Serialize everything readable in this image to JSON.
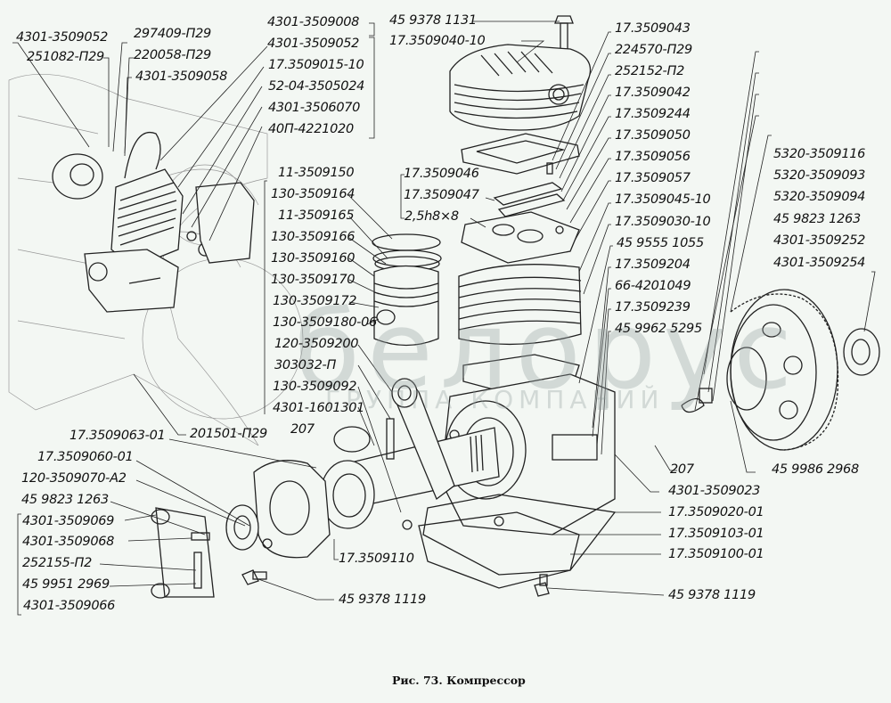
{
  "caption": "Рис. 73. Компрессор",
  "watermark": {
    "logo_text": "белорус",
    "subtitle": "ГРУППА КОМПАНИЙ"
  },
  "labels": {
    "top_left": [
      "4301-3509052",
      "251082-П29",
      "297409-П29",
      "220058-П29",
      "4301-3509058"
    ],
    "top_middle": [
      "4301-3509008",
      "4301-3509052",
      "17.3509015-10",
      "52-04-3505024",
      "4301-3506070",
      "40П-4221020"
    ],
    "head": [
      "45 9378 1131",
      "17.3509040-10"
    ],
    "valve_plate": [
      "17.3509046",
      "17.3509047",
      "2,5h8×8"
    ],
    "right_column": [
      "17.3509043",
      "224570-П29",
      "252152-П2",
      "17.3509042",
      "17.3509244",
      "17.3509050",
      "17.3509056",
      "17.3509057",
      "17.3509045-10",
      "17.3509030-10",
      "45 9555 1055",
      "17.3509204",
      "66-4201049",
      "17.3509239",
      "45 9962 5295"
    ],
    "gear_column": [
      "5320-3509116",
      "5320-3509093",
      "5320-3509094",
      "45 9823 1263",
      "4301-3509252",
      "4301-3509254"
    ],
    "piston_column": [
      "11-3509150",
      "130-3509164",
      "11-3509165",
      "130-3509166",
      "130-3509160",
      "130-3509170",
      "130-3509172",
      "130-3509180-06",
      "120-3509200",
      "303032-П",
      "130-3509092",
      "4301-1601301"
    ],
    "bearing_label": "207",
    "left_bottom": [
      "201501-П29",
      "17.3509063-01",
      "17.3509060-01",
      "120-3509070-А2",
      "45 9823 1263",
      "4301-3509069",
      "4301-3509068",
      "252155-П2",
      "45 9951 2969",
      "4301-3509066"
    ],
    "bottom_middle": [
      "17.3509110",
      "45 9378 1119"
    ],
    "bottom_right": [
      "45 9986 2968",
      "207",
      "4301-3509023",
      "17.3509020-01",
      "17.3509103-01",
      "17.3509100-01",
      "45 9378 1119"
    ]
  }
}
